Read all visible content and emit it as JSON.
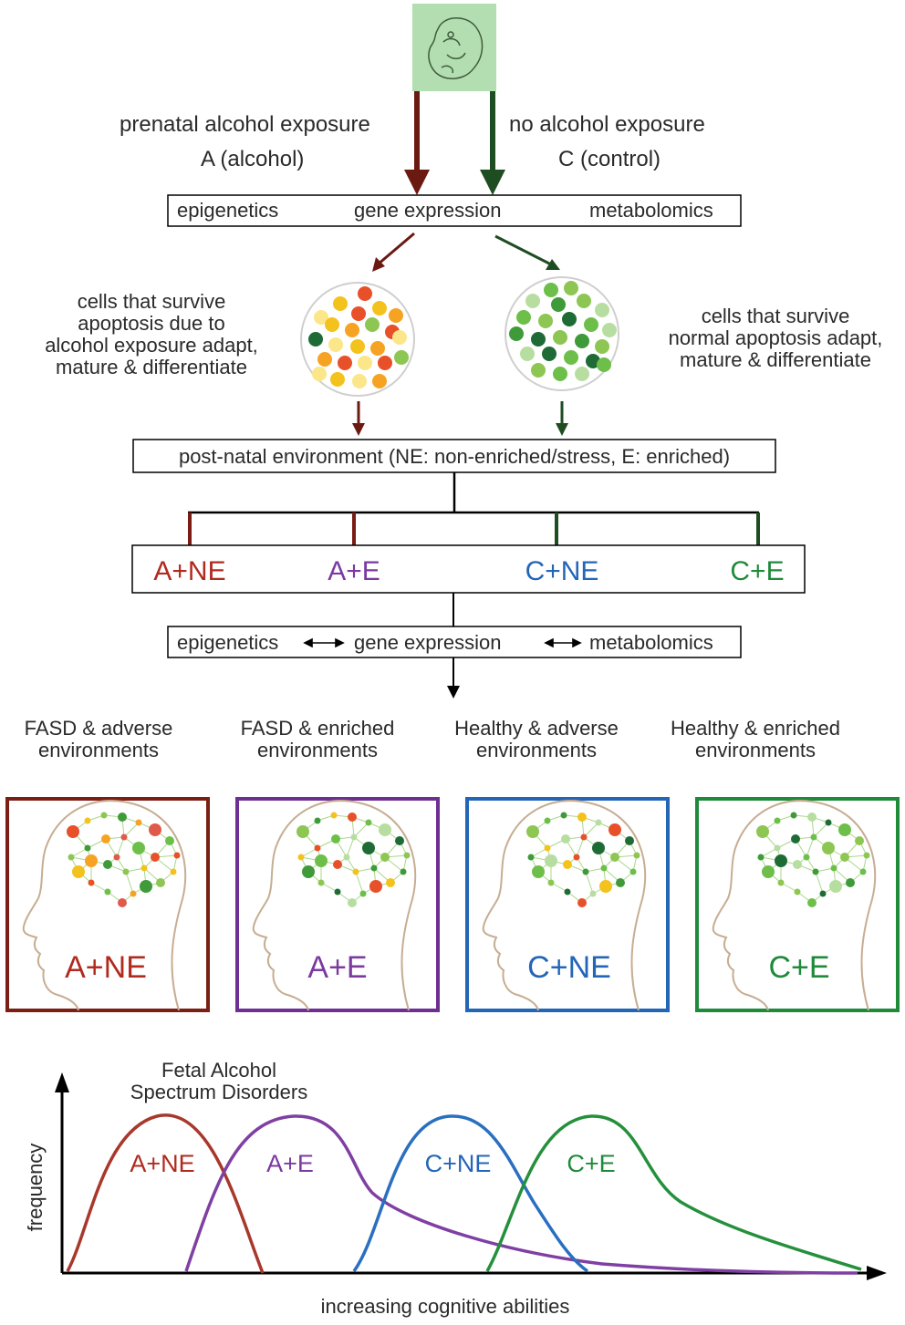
{
  "colors": {
    "alcohol": "#6b1a12",
    "control": "#1f4d22",
    "A_NE": "#b02a1e",
    "A_E": "#7a3aa0",
    "C_NE": "#2366b8",
    "C_E": "#1f8a3a",
    "curve_A_NE": "#a8382c",
    "curve_A_E": "#7f3fa3",
    "curve_C_NE": "#2a6fc0",
    "curve_C_E": "#25903c",
    "embryo_bg": "#b3deb1"
  },
  "exposure": {
    "left_line1": "prenatal  alcohol exposure",
    "left_line2": "A (alcohol)",
    "right_line1": "no alcohol exposure",
    "right_line2": "C (control)"
  },
  "omics_top": {
    "epigenetics": "epigenetics",
    "gene_expression": "gene expression",
    "metabolomics": "metabolomics"
  },
  "cells": {
    "alcohol_caption": [
      "cells that survive",
      "apoptosis due to",
      "alcohol exposure adapt,",
      "mature & differentiate"
    ],
    "control_caption": [
      "cells that survive",
      "normal apoptosis adapt,",
      "mature & differentiate"
    ]
  },
  "postnatal": {
    "label": "post-natal environment (NE: non-enriched/stress, E: enriched)"
  },
  "groups": [
    "A+NE",
    "A+E",
    "C+NE",
    "C+E"
  ],
  "omics_bottom": {
    "epigenetics": "epigenetics",
    "gene_expression": "gene expression",
    "metabolomics": "metabolomics"
  },
  "outcomes": [
    [
      "FASD & adverse",
      "environments"
    ],
    [
      "FASD & enriched",
      "environments"
    ],
    [
      "Healthy & adverse",
      "environments"
    ],
    [
      "Healthy & enriched",
      "environments"
    ]
  ],
  "heads": [
    "A+NE",
    "A+E",
    "C+NE",
    "C+E"
  ],
  "distribution": {
    "title_line1": "Fetal Alcohol",
    "title_line2": "Spectrum Disorders",
    "ylabel": "frequency",
    "xlabel": "increasing cognitive abilities",
    "curve_labels": [
      "A+NE",
      "A+E",
      "C+NE",
      "C+E"
    ]
  }
}
